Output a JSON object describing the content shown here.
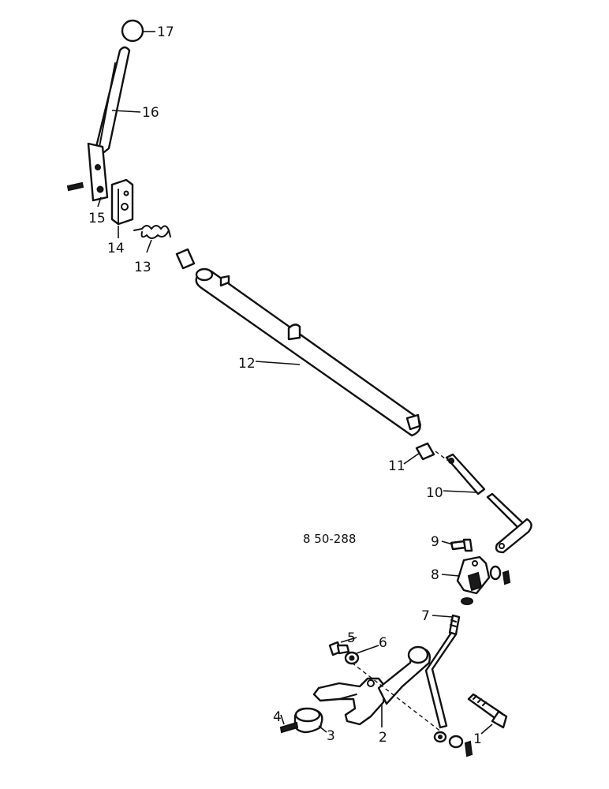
{
  "diagram_code": "8 50-288",
  "parts": [
    {
      "id": "p1",
      "label": "1"
    },
    {
      "id": "p2",
      "label": "2"
    },
    {
      "id": "p3",
      "label": "3"
    },
    {
      "id": "p4",
      "label": "4"
    },
    {
      "id": "p5",
      "label": "5"
    },
    {
      "id": "p6",
      "label": "6"
    },
    {
      "id": "p7",
      "label": "7"
    },
    {
      "id": "p8",
      "label": "8"
    },
    {
      "id": "p9",
      "label": "9"
    },
    {
      "id": "p10",
      "label": "10"
    },
    {
      "id": "p11",
      "label": "11"
    },
    {
      "id": "p12",
      "label": "12"
    },
    {
      "id": "p13",
      "label": "13"
    },
    {
      "id": "p14",
      "label": "14"
    },
    {
      "id": "p15",
      "label": "15"
    },
    {
      "id": "p16",
      "label": "16"
    },
    {
      "id": "p17",
      "label": "17"
    }
  ]
}
